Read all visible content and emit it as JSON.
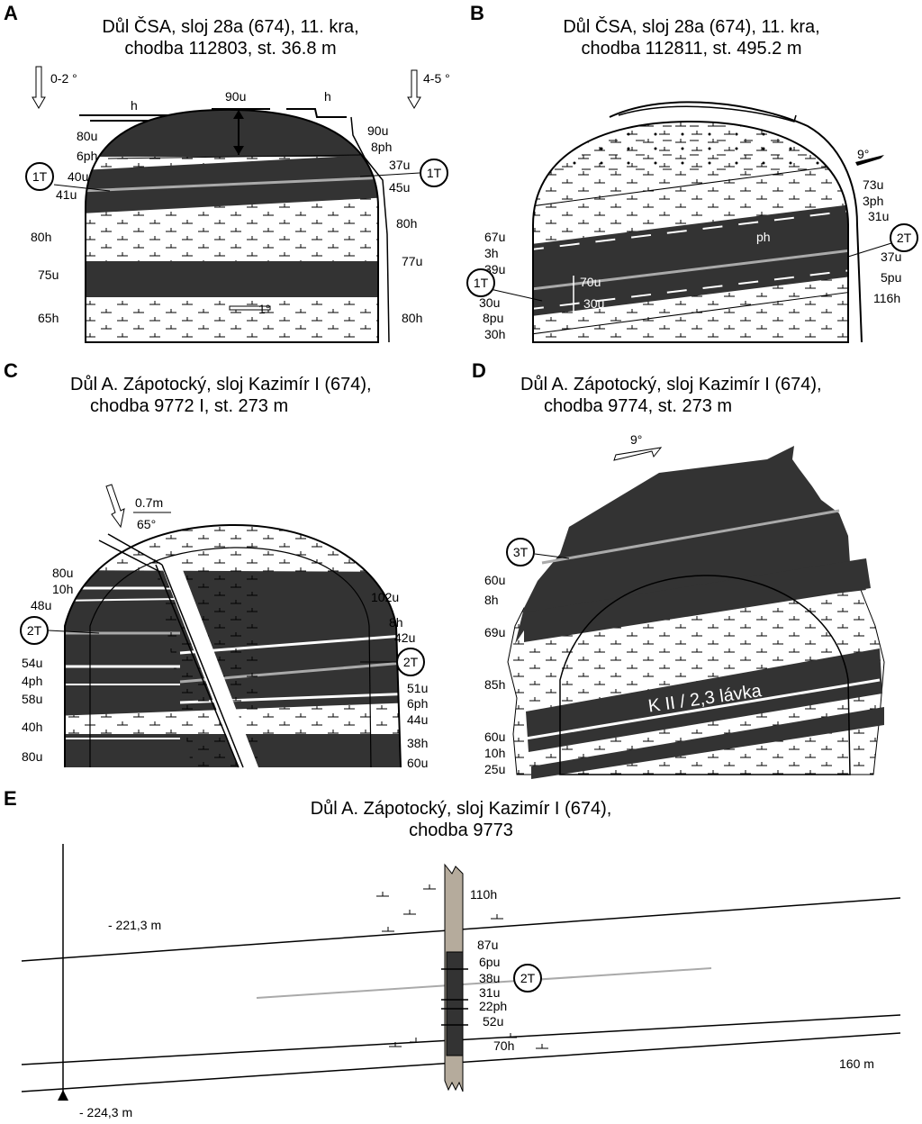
{
  "colors": {
    "coal": "#333333",
    "tonstein": "#aaaaaa",
    "probe": "#b5ab9c",
    "paper": "#ffffff"
  },
  "panels": {
    "A": {
      "letter": "A",
      "title1": "Důl ČSA, sloj 28a (674), 11. kra,",
      "title2": "chodba 112803, st. 36.8 m",
      "dip_left": "0-2 °",
      "dip_right": "4-5 °",
      "dip_floor": "1°",
      "h_left": "h",
      "h_right": "h",
      "thick_top": "90u",
      "left_labels": [
        "80u",
        "6ph",
        "40u",
        "41u",
        "80h",
        "75u",
        "65h"
      ],
      "right_labels": [
        "90u",
        "8ph",
        "37u",
        "45u",
        "80h",
        "77u",
        "80h"
      ],
      "tonstein": "1T"
    },
    "B": {
      "letter": "B",
      "title1": "Důl ČSA, sloj 28a (674), 11. kra,",
      "title2": "chodba 112811, st. 495.2 m",
      "dip": "9°",
      "ph_label": "ph",
      "inner_top": "70u",
      "inner_bottom": "30u",
      "left_labels": [
        "67u",
        "3h",
        "39u",
        "30u",
        "8pu",
        "30h"
      ],
      "right_labels": [
        "73u",
        "3ph",
        "31u",
        "37u",
        "5pu",
        "116h"
      ],
      "tonstein_left": "1T",
      "tonstein_right": "2T"
    },
    "C": {
      "letter": "C",
      "title1": "Důl A. Zápotocký, sloj Kazimír I (674),",
      "title2": "chodba 9772 I, st. 273 m",
      "fault_top": "0.7m",
      "fault_bottom": "65°",
      "left_labels": [
        "80u",
        "10h",
        "48u",
        "54u",
        "4ph",
        "58u",
        "40h",
        "80u"
      ],
      "right_labels": [
        "102u",
        "8h",
        "42u",
        "51u",
        "6ph",
        "44u",
        "38h",
        "60u"
      ],
      "tonstein": "2T"
    },
    "D": {
      "letter": "D",
      "title1": "Důl A. Zápotocký, sloj Kazimír I (674),",
      "title2": "chodba 9774, st. 273 m",
      "dip": "9°",
      "left_labels": [
        "60u",
        "8h",
        "69u",
        "85h",
        "60u",
        "10h",
        "25u"
      ],
      "band_label": "K II / 2,3 lávka",
      "tonstein": "3T"
    },
    "E": {
      "letter": "E",
      "title1": "Důl A. Zápotocký, sloj Kazimír I (674),",
      "title2": "chodba 9773",
      "elev_top": "- 221,3 m",
      "elev_bottom": "- 224,3 m",
      "distance": "160 m",
      "core_labels": [
        "110h",
        "87u",
        "6pu",
        "38u",
        "31u",
        "22ph",
        "52u",
        "70h"
      ],
      "tonstein": "2T"
    }
  }
}
